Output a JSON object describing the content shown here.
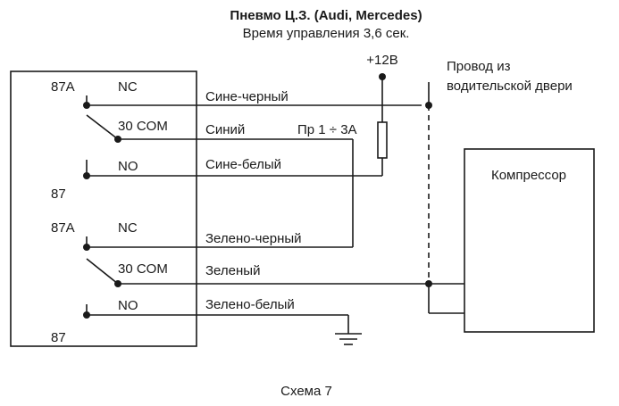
{
  "title": "Пневмо Ц.З. (Audi, Mercedes)",
  "subtitle": "Время управления 3,6 сек.",
  "power_label": "+12В",
  "door_wire_label_line1": "Провод из",
  "door_wire_label_line2": "водительской двери",
  "fuse_label": "Пр 1 ÷ 3А",
  "compressor_label": "Компрессор",
  "caption": "Схема 7",
  "relay1": {
    "pin_87a": "87A",
    "nc": "NC",
    "com": "30 COM",
    "no": "NO",
    "pin_87": "87"
  },
  "relay2": {
    "pin_87a": "87A",
    "nc": "NC",
    "com": "30 COM",
    "no": "NO",
    "pin_87": "87"
  },
  "wires": {
    "blue_black": "Сине-черный",
    "blue": "Синий",
    "blue_white": "Сине-белый",
    "green_black": "Зелено-черный",
    "green": "Зеленый",
    "green_white": "Зелено-белый"
  },
  "colors": {
    "ink": "#1a1a1a",
    "background": "#ffffff"
  }
}
